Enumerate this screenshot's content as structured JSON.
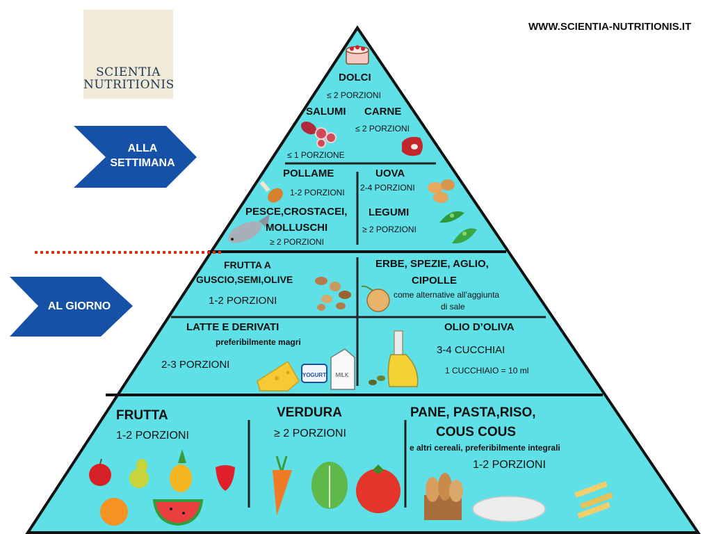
{
  "site_url": "WWW.SCIENTIA-NUTRITIONIS.IT",
  "logo": {
    "line1": "SCIENTIA",
    "line2": "NUTRITIONIS"
  },
  "arrows": {
    "weekly_line1": "ALLA",
    "weekly_line2": "SETTIMANA",
    "daily": "AL GIORNO"
  },
  "colors": {
    "pyramid": "#5ee0e6",
    "outline": "#111111",
    "arrow": "#1651a8",
    "divider": "#e02b20"
  },
  "weekly": {
    "dolci": {
      "name": "DOLCI",
      "portion": "≤ 2 PORZIONI"
    },
    "salumi": {
      "name": "SALUMI",
      "portion": "≤ 1 PORZIONE"
    },
    "carne": {
      "name": "CARNE",
      "portion": "≤ 2 PORZIONI"
    },
    "pollame": {
      "name": "POLLAME",
      "portion": "1-2 PORZIONI"
    },
    "uova": {
      "name": "UOVA",
      "portion": "2-4 PORZIONI"
    },
    "pesce": {
      "name1": "PESCE,CROSTACEI,",
      "name2": "MOLLUSCHI",
      "portion": "≥ 2 PORZIONI"
    },
    "legumi": {
      "name": "LEGUMI",
      "portion": "≥ 2 PORZIONI"
    }
  },
  "daily": {
    "frutta_guscio": {
      "name1": "FRUTTA A",
      "name2": "GUSCIO,SEMI,OLIVE",
      "portion": "1-2 PORZIONI"
    },
    "erbe": {
      "name1": "ERBE, SPEZIE, AGLIO,",
      "name2": "CIPOLLE",
      "note1": "come alternative all’aggiunta",
      "note2": "di sale"
    },
    "latte": {
      "name": "LATTE E DERIVATI",
      "note": "preferibilmente  magri",
      "portion": "2-3 PORZIONI",
      "yogurt_label": "YOGURT",
      "milk_label": "MILK"
    },
    "olio": {
      "name": "OLIO D’OLIVA",
      "portion": "3-4 CUCCHIAI",
      "note": "1 CUCCHIAIO = 10 ml"
    }
  },
  "meals": {
    "frutta": {
      "name": "FRUTTA",
      "portion": "1-2 PORZIONI"
    },
    "verdura": {
      "name": "VERDURA",
      "portion": "≥ 2 PORZIONI"
    },
    "cereali": {
      "name1": "PANE, PASTA,RISO,",
      "name2": "COUS COUS",
      "note": "e altri cereali, preferibilmente integrali",
      "portion": "1-2 PORZIONI"
    }
  }
}
